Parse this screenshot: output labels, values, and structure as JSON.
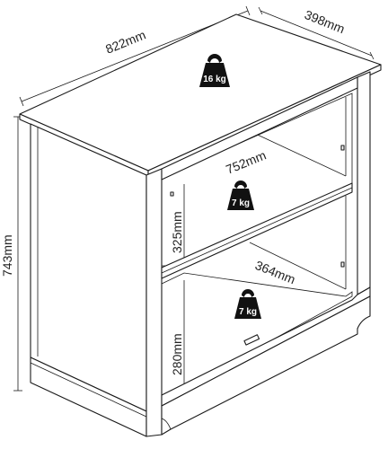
{
  "dimensions": {
    "width": "822mm",
    "depth": "398mm",
    "height": "743mm",
    "shelf_width": "752mm",
    "shelf_depth": "364mm",
    "upper_opening": "325mm",
    "lower_opening": "280mm"
  },
  "loads": {
    "top": "16 kg",
    "middle_shelf": "7 kg",
    "bottom_shelf": "7 kg"
  },
  "icons": {
    "weight": "kettlebell-weight-icon"
  }
}
